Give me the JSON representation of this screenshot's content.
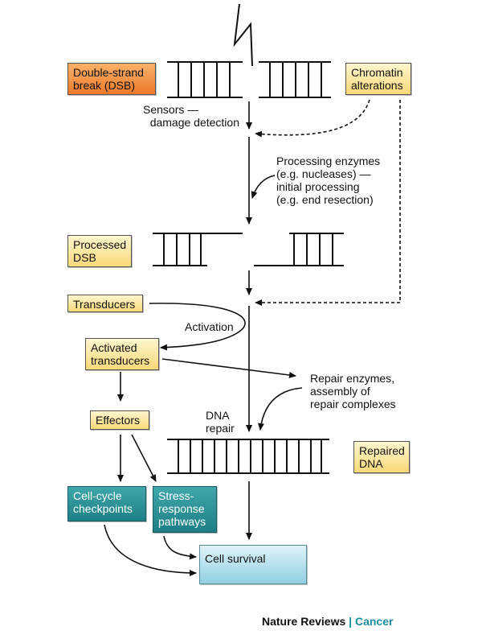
{
  "boxes": {
    "dsb": "Double-strand break (DSB)",
    "chromatin": "Chromatin alterations",
    "processed": "Processed DSB",
    "transducers": "Transducers",
    "activated": "Activated transducers",
    "effectors": "Effectors",
    "repaired": "Repaired DNA",
    "checkpoints": "Cell-cycle checkpoints",
    "stress": "Stress-response pathways",
    "survival": "Cell survival"
  },
  "labels": {
    "sensors": [
      "Sensors —",
      "damage detection"
    ],
    "processing": [
      "Processing enzymes",
      "(e.g. nucleases) —",
      "initial processing",
      "(e.g. end resection)"
    ],
    "activation": "Activation",
    "repair_enzymes": [
      "Repair enzymes,",
      "assembly of",
      "repair complexes"
    ],
    "dna_repair": [
      "DNA",
      "repair"
    ]
  },
  "credit": {
    "publisher": "Nature Reviews",
    "separator": "|",
    "journal": "Cancer"
  },
  "colors": {
    "orange": "#ec7a2a",
    "yellow": "#f9d978",
    "teal": "#1d7f86",
    "light_blue": "#8fd0e3",
    "accent_text": "#1a8ea0"
  }
}
